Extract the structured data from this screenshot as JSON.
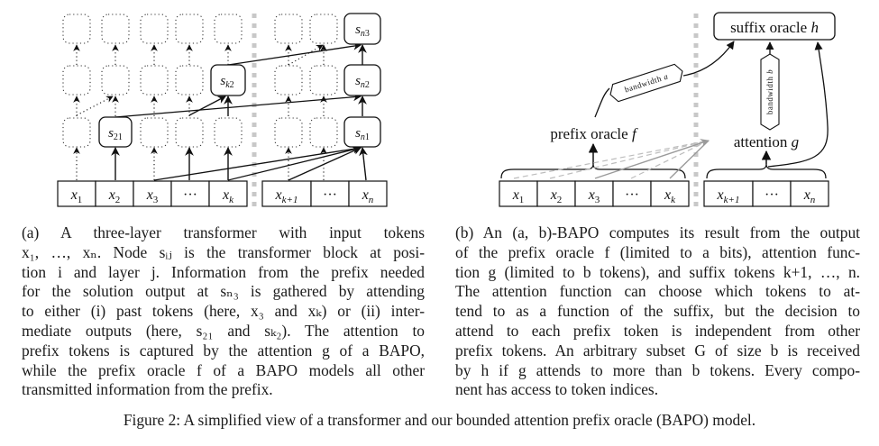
{
  "panel_a": {
    "tokens_prefix": [
      "x1",
      "x2",
      "x3",
      "···",
      "xk"
    ],
    "tokens_suffix": [
      "xk+1",
      "···",
      "xn"
    ],
    "nodes": {
      "s21": "s21",
      "sk2": "sk2",
      "sn1": "sn1",
      "sn2": "sn2",
      "sn3": "sn3"
    }
  },
  "panel_b": {
    "tokens_prefix": [
      "x1",
      "x2",
      "x3",
      "···",
      "xk"
    ],
    "tokens_suffix": [
      "xk+1",
      "···",
      "xn"
    ],
    "prefix_oracle_label": "prefix oracle",
    "prefix_oracle_symbol": "f",
    "attention_label": "attention",
    "attention_symbol": "g",
    "suffix_oracle_label": "suffix oracle",
    "suffix_oracle_symbol": "h",
    "bandwidth_a_label": "bandwidth",
    "bandwidth_a_symbol": "a",
    "bandwidth_b_label": "bandwidth",
    "bandwidth_b_symbol": "b"
  },
  "caption_a": {
    "lines": [
      "(a) A three-layer transformer with input tokens",
      "x₁, …, xₙ. Node sᵢⱼ is the transformer block at posi-",
      "tion i and layer j. Information from the prefix needed",
      "for the solution output at sₙ₃ is gathered by attending",
      "to either (i) past tokens (here, x₃ and xₖ) or (ii) inter-",
      "mediate outputs (here, s₂₁ and sₖ₂). The attention to",
      "prefix tokens is captured by the attention g of a BAPO,",
      "while the prefix oracle f of a BAPO models all other",
      "transmitted information from the prefix."
    ]
  },
  "caption_b": {
    "lines": [
      "(b) An (a, b)-BAPO computes its result from the output",
      "of the prefix oracle f (limited to a bits), attention func-",
      "tion g (limited to b tokens), and suffix tokens k+1, …, n.",
      "The attention function can choose which tokens to at-",
      "tend to as a function of the suffix, but the decision to",
      "attend to each prefix token is independent from other",
      "prefix tokens. An arbitrary subset G of size b is received",
      "by h if g attends to more than b tokens. Every compo-",
      "nent has access to token indices."
    ]
  },
  "figure_caption": "Figure 2: A simplified view of a transformer and our bounded attention prefix oracle (BAPO) model.",
  "colors": {
    "ink": "#111111",
    "divider": "#c8c8c8",
    "attention_arrow": "#9a9a9a",
    "dashed_attention": "#bdbdbd"
  }
}
